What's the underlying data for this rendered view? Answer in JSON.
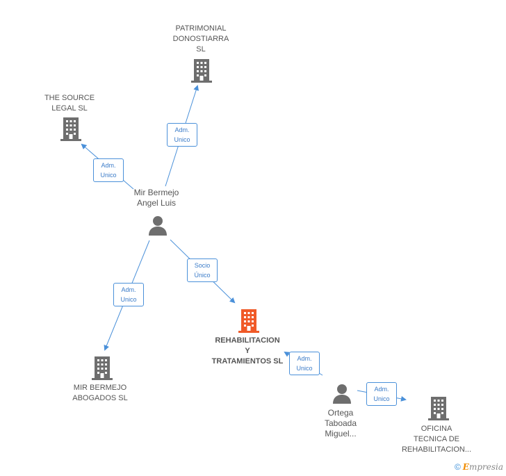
{
  "colors": {
    "company_icon": "#6e6e6e",
    "focus_icon": "#f05a28",
    "person_icon": "#6e6e6e",
    "edge": "#4a90d9",
    "label_text": "#555555"
  },
  "nodes": {
    "patrimonial": {
      "lines": [
        "PATRIMONIAL",
        "DONOSTIARRA",
        "SL"
      ],
      "icon": "building-icon"
    },
    "the_source": {
      "lines": [
        "THE SOURCE",
        "LEGAL SL"
      ],
      "icon": "building-icon"
    },
    "mir_bermejo_angel": {
      "lines": [
        "Mir Bermejo",
        "Angel Luis"
      ],
      "icon": "person-icon"
    },
    "rehabilitacion": {
      "lines": [
        "REHABILITACION",
        "Y",
        "TRATAMIENTOS SL"
      ],
      "icon": "building-icon"
    },
    "mir_bermejo_abogados": {
      "lines": [
        "MIR BERMEJO",
        "ABOGADOS SL"
      ],
      "icon": "building-icon"
    },
    "ortega": {
      "lines": [
        "Ortega",
        "Taboada",
        "Miguel..."
      ],
      "icon": "person-icon"
    },
    "oficina": {
      "lines": [
        "OFICINA",
        "TECNICA DE",
        "REHABILITACION..."
      ],
      "icon": "building-icon"
    }
  },
  "relations": {
    "to_patrimonial": [
      "Adm.",
      "Unico"
    ],
    "to_the_source": [
      "Adm.",
      "Unico"
    ],
    "to_rehabilitacion": [
      "Socio",
      "Único"
    ],
    "to_abogados": [
      "Adm.",
      "Unico"
    ],
    "ortega_to_rehabilitacion": [
      "Adm.",
      "Unico"
    ],
    "ortega_to_oficina": [
      "Adm.",
      "Unico"
    ]
  },
  "watermark": {
    "copyright": "©",
    "brand_initial": "E",
    "brand_rest": "mpresia"
  }
}
